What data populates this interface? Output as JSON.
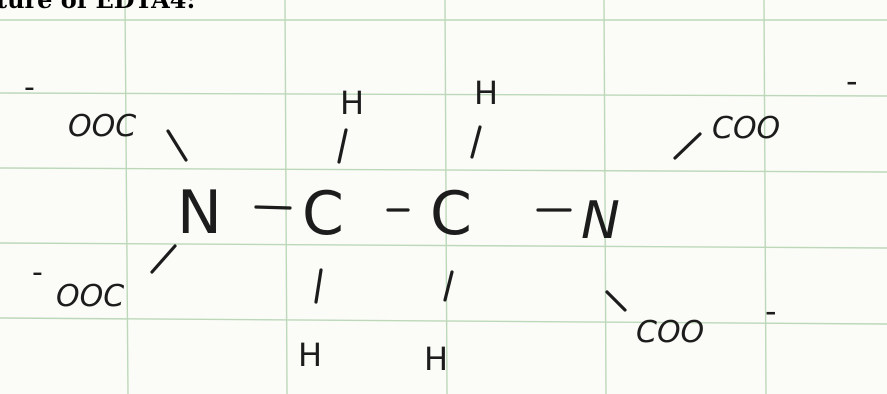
{
  "caption_fragment": "ture of EDTA4:",
  "labels": {
    "carboxyl_top_left": "OOC",
    "carboxyl_bottom_left": "OOC",
    "carboxyl_top_right": "COO",
    "carboxyl_bottom_right": "COO",
    "charge": "-",
    "nitrogen": "N",
    "carbon": "C",
    "hydrogen": "H",
    "dash": "-"
  },
  "colors": {
    "ink": "#1c1c1c",
    "grid": "#bcd8b9",
    "paper": "#fbfcf8"
  }
}
